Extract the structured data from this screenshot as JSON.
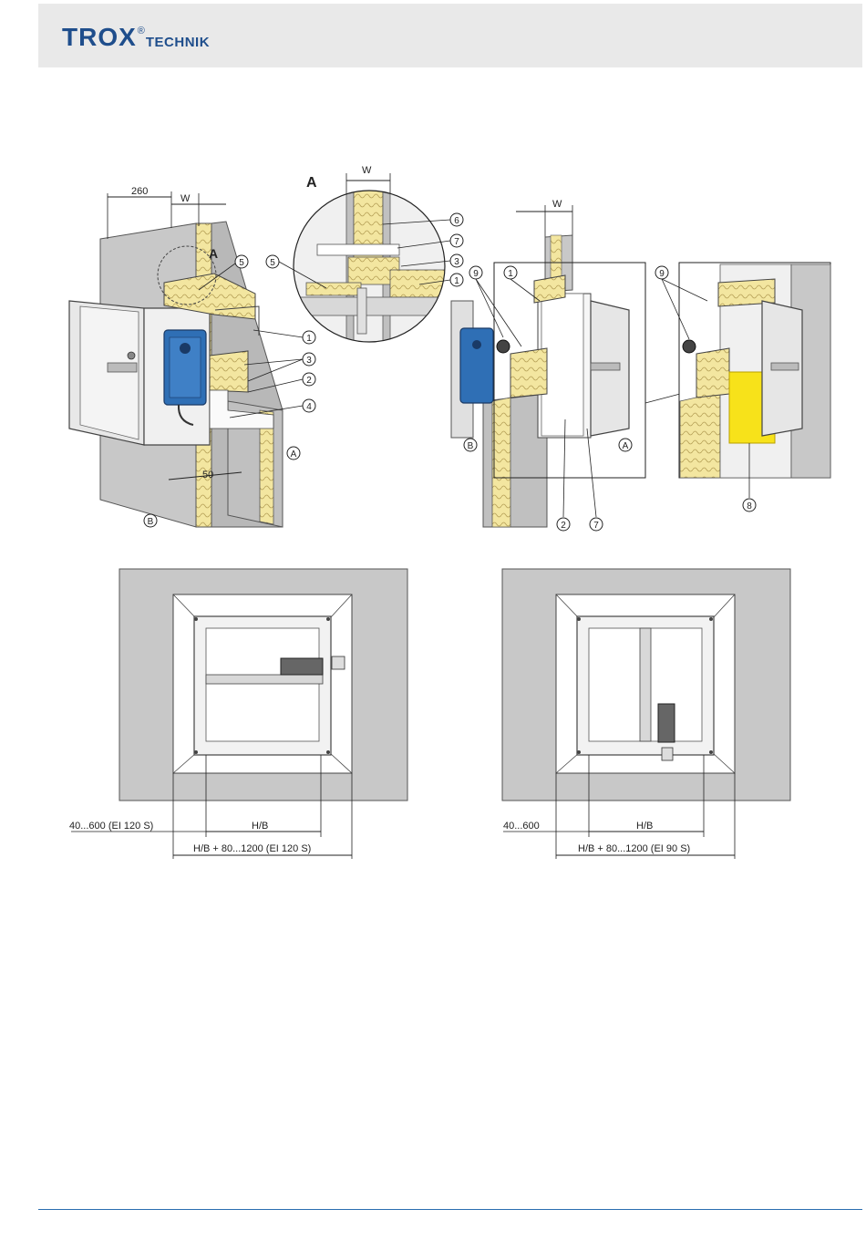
{
  "header": {
    "logo_main": "TROX",
    "logo_reg": "®",
    "logo_sub": "TECHNIK"
  },
  "figure_left": {
    "dim_260": "260",
    "dim_w": "W",
    "detail_ref": "A",
    "dim_50": "50",
    "side_a": "A",
    "side_b": "B",
    "callouts": [
      "5",
      "1",
      "3",
      "2",
      "4"
    ]
  },
  "detail_a": {
    "title": "A",
    "dim_w": "W",
    "callouts": [
      "6",
      "7",
      "3",
      "1",
      "5"
    ]
  },
  "figure_right": {
    "dim_w": "W",
    "side_a": "A",
    "side_b": "B",
    "callouts": [
      "9",
      "1",
      "2",
      "7",
      "9",
      "8"
    ]
  },
  "elevation_left": {
    "dim_range": "40...600  (EI 120 S)",
    "dim_hb": "H/B",
    "dim_total": "H/B + 80...1200 (EI 120 S)"
  },
  "elevation_right": {
    "dim_range": "40...600",
    "dim_hb": "H/B",
    "dim_total": "H/B + 80...1200 (EI 90 S)"
  },
  "colors": {
    "brand": "#1f4e8c",
    "wall": "#c8c8c8",
    "insulation": "#f3e6a0",
    "yellow_block": "#f7e21a",
    "actuator": "#2f6fb5",
    "footer_rule": "#2a6db0"
  }
}
